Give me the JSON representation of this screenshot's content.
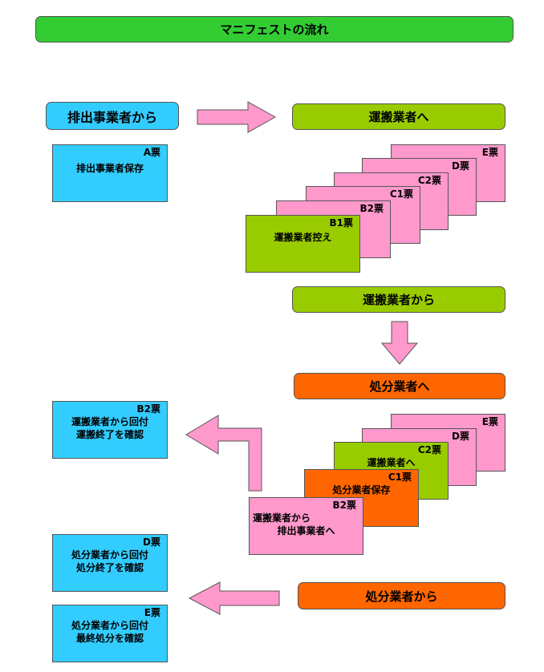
{
  "title": "マニフェストの流れ",
  "headers": {
    "from_emitter": "排出事業者から",
    "to_transporter": "運搬業者へ",
    "from_transporter": "運搬業者から",
    "to_processor": "処分業者へ",
    "from_processor": "処分業者から"
  },
  "slips": {
    "a": {
      "code": "A票",
      "line1": "排出事業者保存"
    },
    "b1": {
      "code": "B1票",
      "line1": "運搬業者控え"
    },
    "b2_return": {
      "code": "B2票",
      "line1": "運搬業者から回付",
      "line2": "運搬終了を確認"
    },
    "d_return": {
      "code": "D票",
      "line1": "処分業者から回付",
      "line2": "処分終了を確認"
    },
    "e_return": {
      "code": "E票",
      "line1": "処分業者から回付",
      "line2": "最終処分を確認"
    },
    "stack1": {
      "e": "E票",
      "d": "D票",
      "c2": "C2票",
      "c1": "C1票",
      "b2": "B2票"
    },
    "stack2": {
      "e": "E票",
      "d": "D票",
      "c2": "C2票",
      "c2_line": "運搬業者へ",
      "c1": "C1票",
      "c1_line": "処分業者保存",
      "b2": "B2票",
      "b2_line1": "運搬業者から",
      "b2_line2": "排出事業者へ"
    }
  },
  "colors": {
    "green": "#33cc33",
    "cyan": "#33ccff",
    "olive": "#99cc00",
    "orange": "#ff6600",
    "pink": "#ff99cc"
  }
}
